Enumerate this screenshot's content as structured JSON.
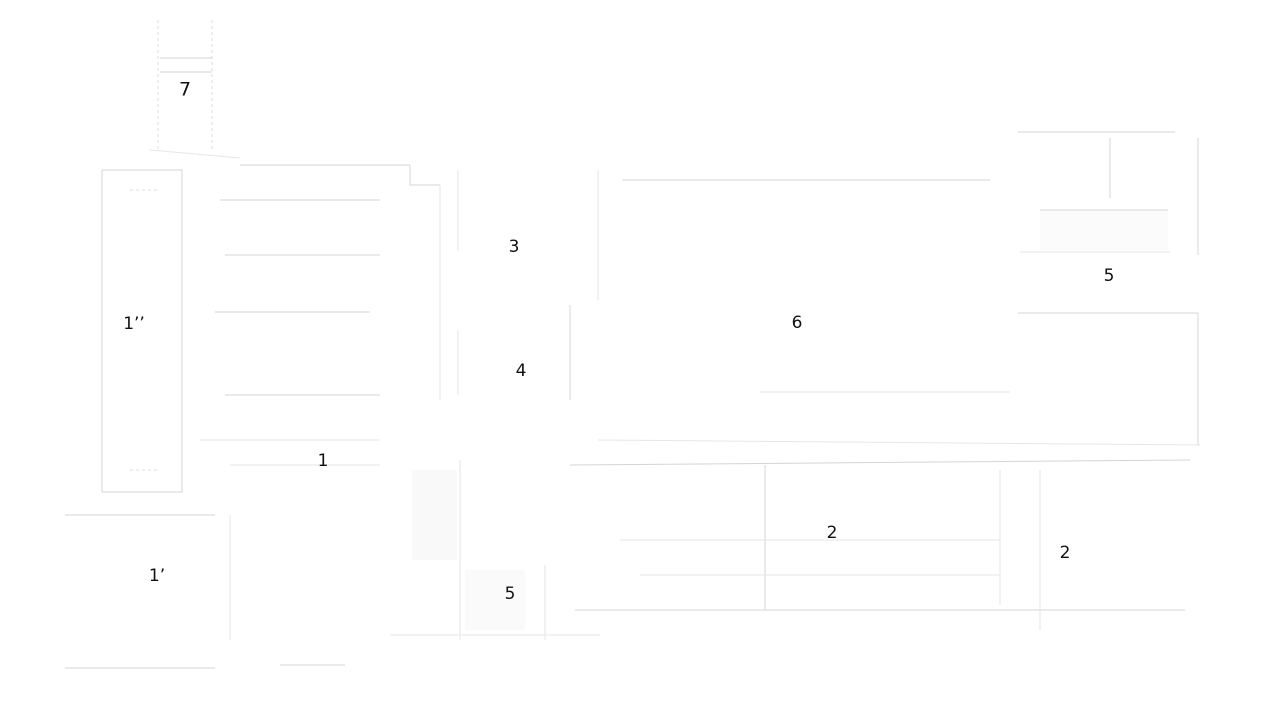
{
  "room_labels": [
    {
      "id": "room-7",
      "text": "7"
    },
    {
      "id": "room-3",
      "text": "3"
    },
    {
      "id": "room-5-upper",
      "text": "5"
    },
    {
      "id": "room-1-double-prime",
      "text": "1’’"
    },
    {
      "id": "room-6",
      "text": "6"
    },
    {
      "id": "room-4",
      "text": "4"
    },
    {
      "id": "room-1",
      "text": "1"
    },
    {
      "id": "room-2-center",
      "text": "2"
    },
    {
      "id": "room-2-right",
      "text": "2"
    },
    {
      "id": "room-1-prime",
      "text": "1’"
    },
    {
      "id": "room-5-lower",
      "text": "5"
    }
  ]
}
